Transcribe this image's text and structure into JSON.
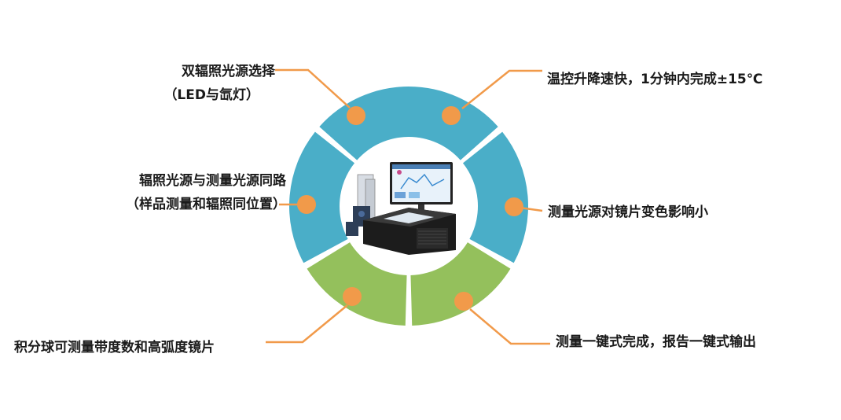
{
  "colors": {
    "segment_blue": "#4aaec8",
    "segment_green": "#94c05c",
    "dot_orange": "#f19a4a",
    "connector_orange": "#f19a4a"
  },
  "features": [
    {
      "lines": [
        "双辐照光源选择",
        "（LED与氙灯）"
      ],
      "segment": "blue"
    },
    {
      "lines": [
        "温控升降速快，1分钟内完成±15℃"
      ],
      "segment": "blue"
    },
    {
      "lines": [
        "辐照光源与测量光源同路",
        "（样品测量和辐照同位置）"
      ],
      "segment": "blue"
    },
    {
      "lines": [
        "测量光源对镜片变色影响小"
      ],
      "segment": "blue"
    },
    {
      "lines": [
        "积分球可测量带度数和高弧度镜片"
      ],
      "segment": "green"
    },
    {
      "lines": [
        "测量一键式完成，报告一键式输出"
      ],
      "segment": "green"
    }
  ],
  "center_image": {
    "icon": "spectrophotometer-instrument-icon"
  }
}
